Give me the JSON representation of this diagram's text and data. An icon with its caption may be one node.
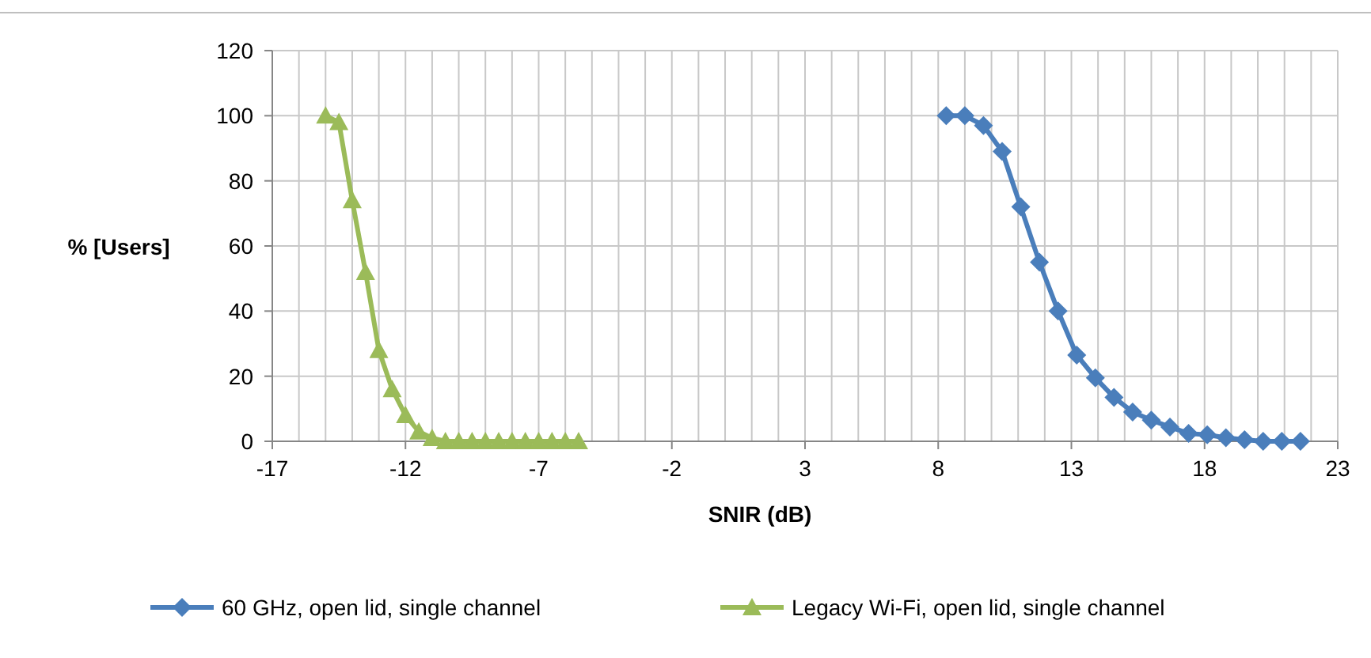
{
  "diagram": {
    "chart_data": {
      "type": "line",
      "grid": true,
      "legend": "bottom",
      "xlabel": "SNIR (dB)",
      "ylabel": "% [Users]",
      "xlim": [
        -17,
        23
      ],
      "ylim": [
        0,
        120
      ],
      "xticks": [
        -17,
        -12,
        -7,
        -2,
        3,
        8,
        13,
        18,
        23
      ],
      "yticks": [
        0,
        20,
        40,
        60,
        80,
        100,
        120
      ],
      "series": [
        {
          "name": "60 GHz, open lid, single channel",
          "color": "#4a7ebb",
          "marker": "diamond",
          "x": [
            8.3,
            9.0,
            9.7,
            10.4,
            11.1,
            11.8,
            12.5,
            13.2,
            13.9,
            14.6,
            15.3,
            16.0,
            16.7,
            17.4,
            18.1,
            18.8,
            19.5,
            20.2,
            20.9,
            21.6
          ],
          "values": [
            100,
            100,
            97,
            89,
            72,
            55,
            40,
            26.5,
            19.5,
            13.5,
            9,
            6.5,
            4.4,
            2.4,
            2,
            1.1,
            0.5,
            0,
            0,
            0
          ]
        },
        {
          "name": "Legacy Wi-Fi, open lid, single channel",
          "color": "#9bbb59",
          "marker": "triangle",
          "x": [
            -15,
            -14.5,
            -14,
            -13.5,
            -13,
            -12.5,
            -12,
            -11.5,
            -11,
            -10.5,
            -10,
            -9.5,
            -9,
            -8.5,
            -8,
            -7.5,
            -7,
            -6.5,
            -6,
            -5.5
          ],
          "values": [
            100,
            98,
            74,
            52,
            28,
            16,
            8,
            3,
            1,
            0,
            0,
            0,
            0,
            0,
            0,
            0,
            0,
            0,
            0,
            0
          ]
        }
      ]
    }
  }
}
